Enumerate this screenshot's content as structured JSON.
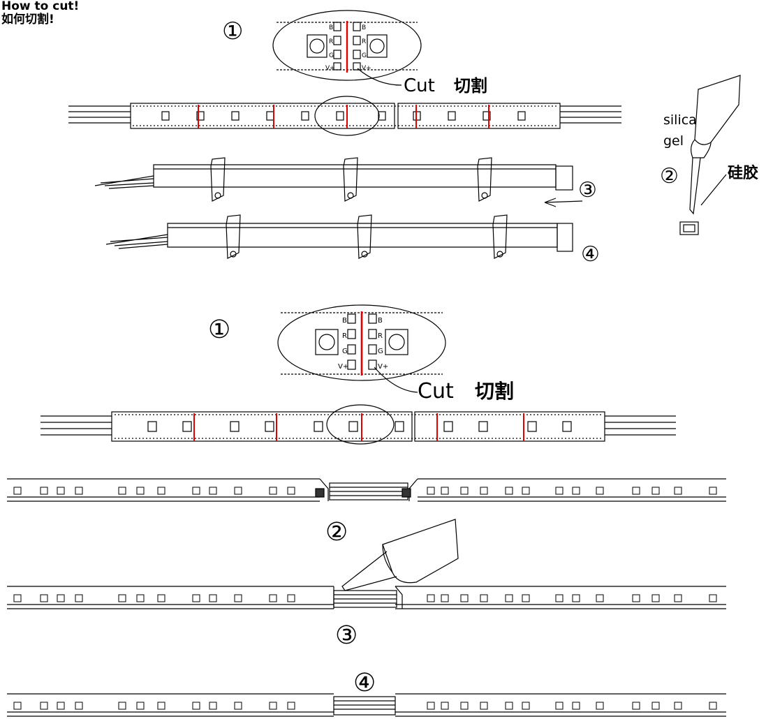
{
  "title": {
    "line1": "How to cut!",
    "line2": "如何切割!"
  },
  "steps": {
    "s1": "①",
    "s2": "②",
    "s3": "③",
    "s4": "④"
  },
  "labels": {
    "cut": "Cut",
    "cut_cn": "切割",
    "silica": "silica",
    "gel": "gel",
    "silica_cn": "硅胶",
    "pad_b": "B",
    "pad_r": "R",
    "pad_g": "G",
    "pad_v": "V+"
  },
  "colors": {
    "line": "#000000",
    "cut_line": "#e00000",
    "background": "#ffffff"
  }
}
